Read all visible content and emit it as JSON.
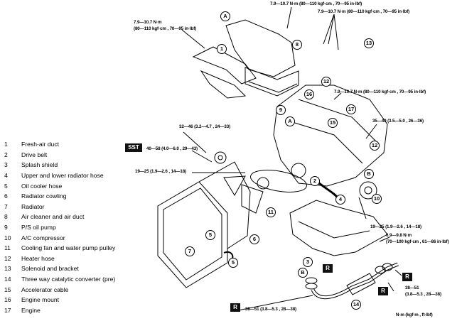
{
  "legend": [
    {
      "num": "1",
      "label": "Fresh-air duct"
    },
    {
      "num": "2",
      "label": "Drive belt"
    },
    {
      "num": "3",
      "label": "Splash shield"
    },
    {
      "num": "4",
      "label": "Upper and lower radiator hose"
    },
    {
      "num": "5",
      "label": "Oil cooler hose"
    },
    {
      "num": "6",
      "label": "Radiator cowling"
    },
    {
      "num": "7",
      "label": "Radiator"
    },
    {
      "num": "8",
      "label": "Air cleaner and air duct"
    },
    {
      "num": "9",
      "label": "P/S oil pump"
    },
    {
      "num": "10",
      "label": "A/C compressor"
    },
    {
      "num": "11",
      "label": "Cooling fan and water pump pulley"
    },
    {
      "num": "12",
      "label": "Heater hose"
    },
    {
      "num": "13",
      "label": "Solenoid and bracket"
    },
    {
      "num": "14",
      "label": "Three way catalytic converter (pre)"
    },
    {
      "num": "15",
      "label": "Accelerator cable"
    },
    {
      "num": "16",
      "label": "Engine mount"
    },
    {
      "num": "17",
      "label": "Engine"
    }
  ],
  "torques": {
    "top_center": "7.9—10.7 N·m (80—110 kgf·cm , 70—95 in·lbf)",
    "top_right": "7.9—10.7 N·m (80—110 kgf·cm , 70—95 in·lbf)",
    "top_left_1": "7.9—10.7 N·m",
    "top_left_2": "(80—110 kgf·cm , 70—95 in·lbf)",
    "mid_right": "7.9—10.7 N·m (80—110 kgf·cm , 70—95 in·lbf)",
    "engine_mount": "35—49 (3.5—5.0 , 26—36)",
    "ps_pump": "32—46 (3.2—4.7 , 24—33)",
    "sst_label": "SST",
    "sst_torque": "40—58 (4.0—6.0 , 29—43)",
    "left_bolt": "19—25 (1.9—2.6 , 14—18)",
    "ac_bolt": "19—25 (1.9—2.6 , 14—18)",
    "shield_1": "6.9—9.8 N·m",
    "shield_2": "(70—100 kgf·cm , 61—86 in·lbf)",
    "exhaust_r_1": "38—51",
    "exhaust_r_2": "(3.8—5.3 , 28—38)",
    "exhaust_l": "38—51 (3.8—5.3 , 28—38)",
    "replace_mark": "R",
    "units": "N·m (kgf·m , ft·lbf)"
  },
  "callouts": [
    "A",
    "1",
    "8",
    "13",
    "12",
    "16",
    "17",
    "15",
    "9",
    "A",
    "12",
    "B",
    "10",
    "2",
    "4",
    "7",
    "11",
    "5",
    "5",
    "6",
    "3",
    "B",
    "14"
  ]
}
